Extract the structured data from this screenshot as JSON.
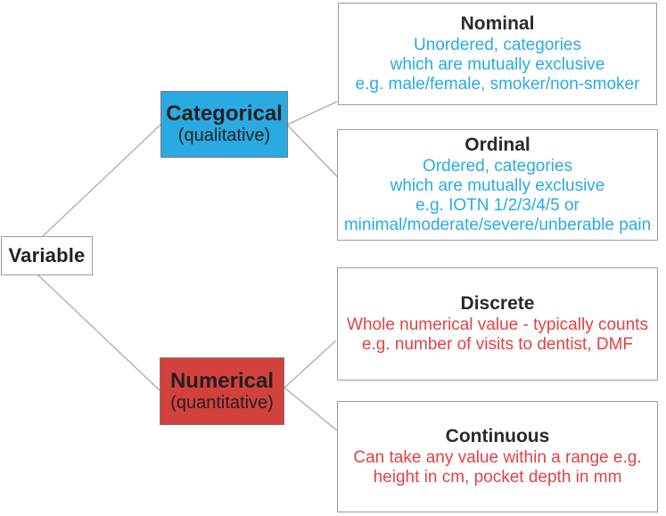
{
  "colors": {
    "cyan": "#29ABE2",
    "red_box": "#D3413D",
    "red_text": "#E2414 6",
    "heading": "#231F20",
    "connector": "#ACACAC"
  },
  "diagram": {
    "root": {
      "label": "Variable"
    },
    "branches": [
      {
        "id": "categorical",
        "label": "Categorical",
        "sublabel": "(qualitative)",
        "fill": "#29ABE2"
      },
      {
        "id": "numerical",
        "label": "Numerical",
        "sublabel": "(quantitative)",
        "fill": "#D3413D"
      }
    ],
    "leaves": [
      {
        "id": "nominal",
        "title": "Nominal",
        "body_color": "#29ABE2",
        "lines": [
          "Unordered, categories",
          "which are mutually exclusive",
          "e.g. male/female, smoker/non-smoker"
        ]
      },
      {
        "id": "ordinal",
        "title": "Ordinal",
        "body_color": "#29ABE2",
        "lines": [
          "Ordered, categories",
          "which are mutually exclusive",
          "e.g. IOTN 1/2/3/4/5 or",
          "minimal/moderate/severe/unberable pain"
        ]
      },
      {
        "id": "discrete",
        "title": "Discrete",
        "body_color": "#E24146",
        "lines": [
          "Whole numerical value - typically counts",
          "e.g. number of visits to dentist, DMF"
        ]
      },
      {
        "id": "continuous",
        "title": "Continuous",
        "body_color": "#E24146",
        "lines": [
          "Can take any value within a range e.g.",
          "height in cm, pocket depth in mm"
        ]
      }
    ]
  }
}
